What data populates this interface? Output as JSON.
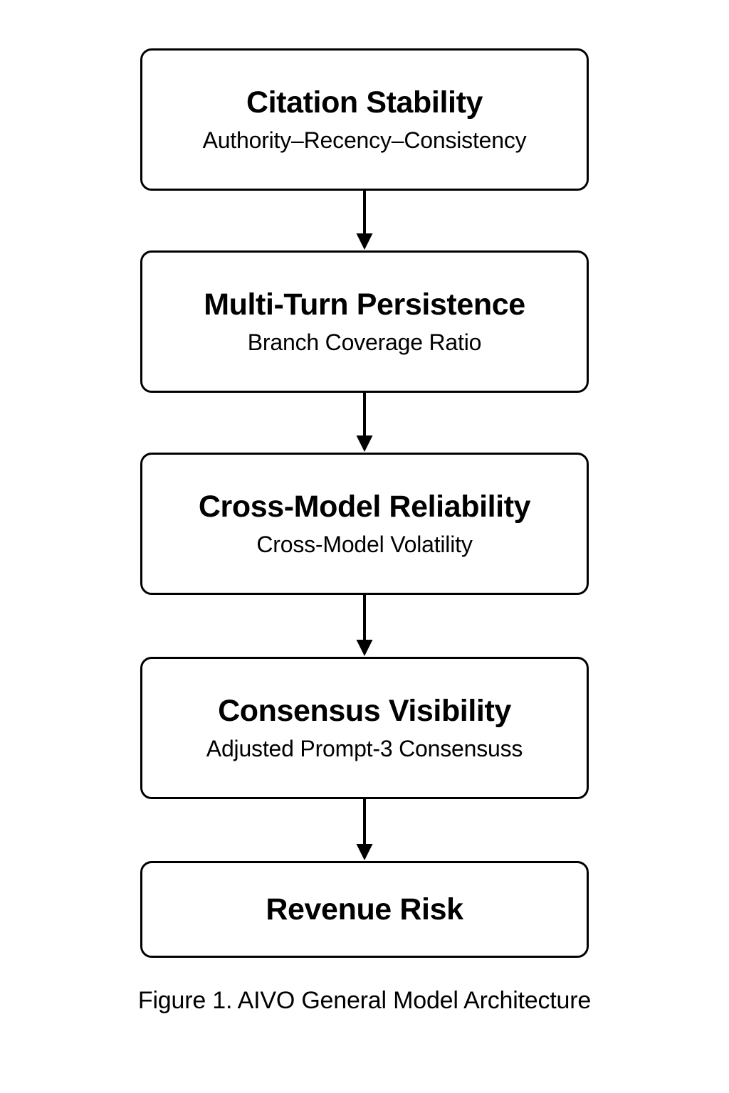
{
  "figure": {
    "caption": "Figure 1. AIVO General Model Architecture",
    "background_color": "#ffffff",
    "stroke_color": "#000000",
    "text_color": "#000000"
  },
  "diagram": {
    "type": "flowchart",
    "orientation": "vertical-top-to-bottom",
    "nodes": [
      {
        "id": "citation-stability",
        "title": "Citation Stability",
        "subtitle": "Authority–Recency–Consistency"
      },
      {
        "id": "multi-turn-persistence",
        "title": "Multi-Turn Persistence",
        "subtitle": "Branch Coverage Ratio"
      },
      {
        "id": "cross-model-reliability",
        "title": "Cross-Model Reliability",
        "subtitle": "Cross-Model Volatility"
      },
      {
        "id": "consensus-visibility",
        "title": "Consensus Visibility",
        "subtitle": "Adjusted Prompt-3 Consensuss"
      },
      {
        "id": "revenue-risk",
        "title": "Revenue Risk",
        "subtitle": ""
      }
    ],
    "edges": [
      {
        "from": "citation-stability",
        "to": "multi-turn-persistence",
        "style": "solid-arrow-down"
      },
      {
        "from": "multi-turn-persistence",
        "to": "cross-model-reliability",
        "style": "solid-arrow-down"
      },
      {
        "from": "cross-model-reliability",
        "to": "consensus-visibility",
        "style": "solid-arrow-down"
      },
      {
        "from": "consensus-visibility",
        "to": "revenue-risk",
        "style": "solid-arrow-down"
      }
    ]
  }
}
